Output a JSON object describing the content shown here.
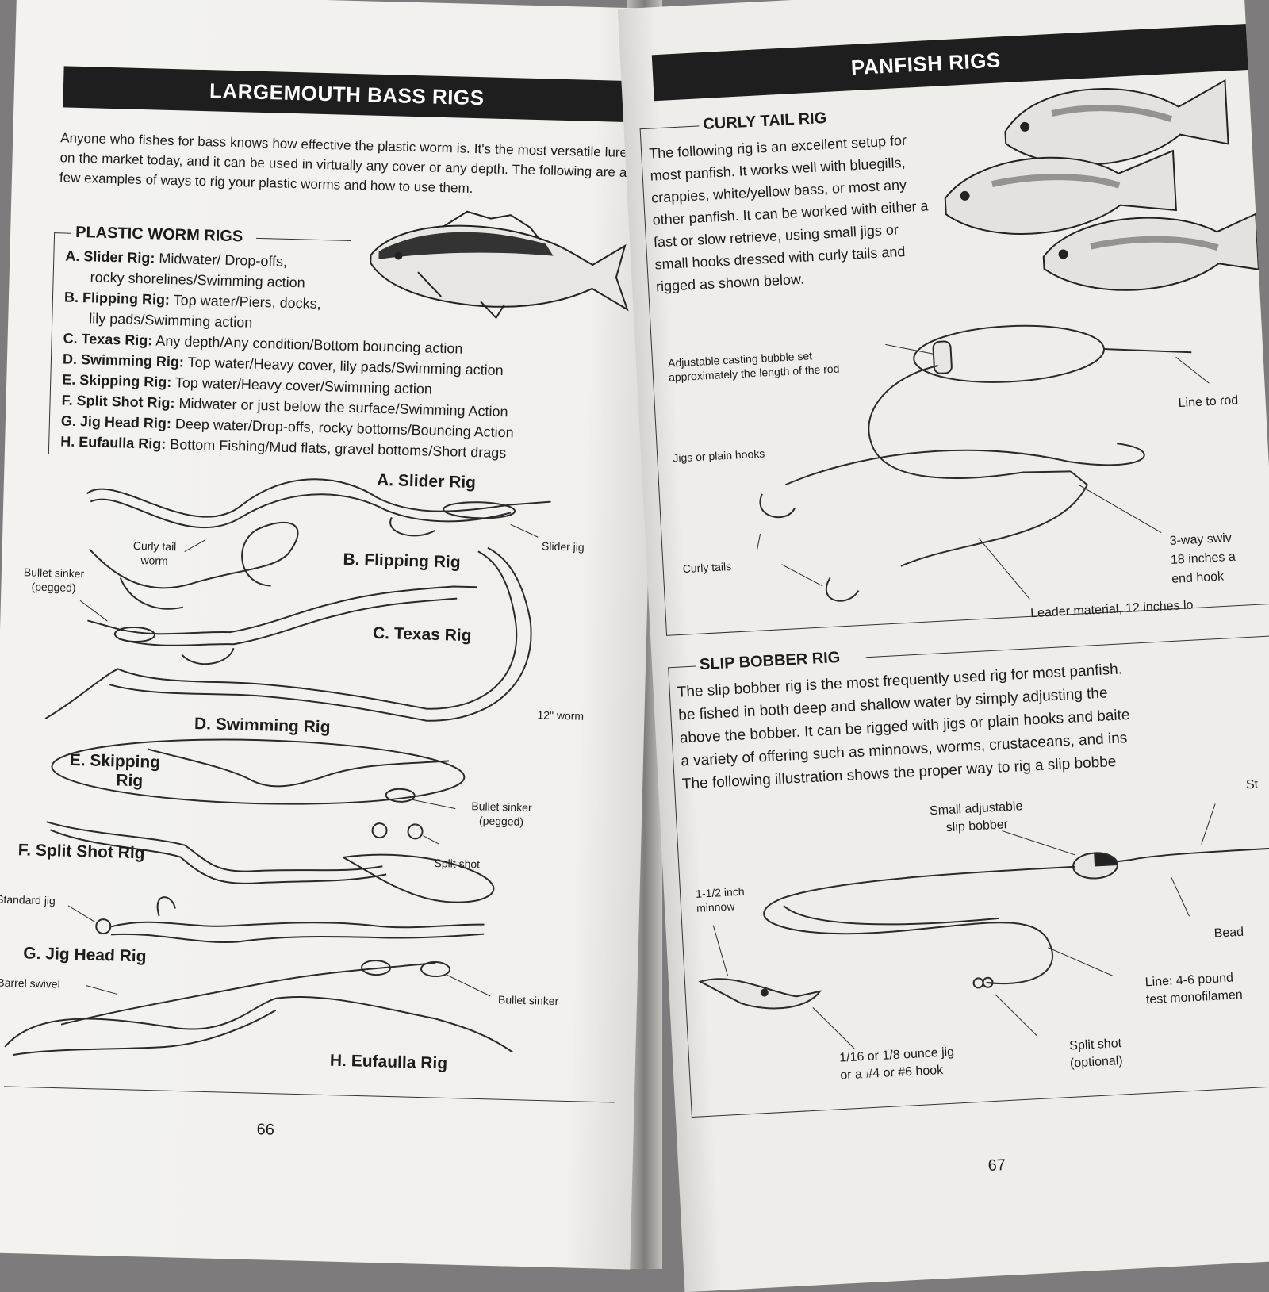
{
  "left_page": {
    "header": "LARGEMOUTH BASS RIGS",
    "intro": "Anyone who fishes for bass knows how effective the plastic worm is. It's the most versatile lure on the market today, and it can be used in virtually any cover or any depth. The following are a few examples of ways to rig your plastic worms and how to use them.",
    "section_title": "PLASTIC WORM RIGS",
    "rigs": [
      {
        "name": "A. Slider Rig:",
        "desc": "Midwater/ Drop-offs,",
        "desc2": "rocky shorelines/Swimming action"
      },
      {
        "name": "B. Flipping Rig:",
        "desc": "Top water/Piers, docks,",
        "desc2": "lily pads/Swimming action"
      },
      {
        "name": "C. Texas Rig:",
        "desc": "Any depth/Any condition/Bottom bouncing action"
      },
      {
        "name": "D. Swimming Rig:",
        "desc": "Top water/Heavy cover, lily pads/Swimming action"
      },
      {
        "name": "E. Skipping Rig:",
        "desc": "Top water/Heavy cover/Swimming action"
      },
      {
        "name": "F. Split Shot Rig:",
        "desc": "Midwater or just below the surface/Swimming Action"
      },
      {
        "name": "G. Jig Head Rig:",
        "desc": "Deep water/Drop-offs, rocky bottoms/Bouncing Action"
      },
      {
        "name": "H. Eufaulla Rig:",
        "desc": "Bottom Fishing/Mud flats, gravel bottoms/Short drags"
      }
    ],
    "diagram_labels": {
      "a": "A. Slider Rig",
      "b": "B. Flipping Rig",
      "c": "C. Texas Rig",
      "d": "D. Swimming Rig",
      "e1": "E. Skipping",
      "e2": "Rig",
      "f": "F. Split Shot Rig",
      "g": "G. Jig Head Rig",
      "h": "H. Eufaulla Rig"
    },
    "callouts": {
      "slider_jig": "Slider jig",
      "curly_tail_1": "Curly tail",
      "curly_tail_2": "worm",
      "bullet_sinker_pegged_1": "Bullet sinker",
      "bullet_sinker_pegged_2": "(pegged)",
      "worm_12": "12\" worm",
      "bullet_sinker_pegged_e1": "Bullet sinker",
      "bullet_sinker_pegged_e2": "(pegged)",
      "split_shot": "Split shot",
      "standard_jig": "Standard jig",
      "barrel_swivel": "Barrel swivel",
      "bullet_sinker": "Bullet sinker"
    },
    "page_number": "66"
  },
  "right_page": {
    "header": "PANFISH RIGS",
    "curly_tail": {
      "title": "CURLY TAIL RIG",
      "text": "The following rig is an excellent setup for most panfish. It works well with bluegills, crappies, white/yellow bass, or most any other panfish. It can be worked with either a fast or slow retrieve, using small jigs or small hooks dressed with curly tails and rigged as shown below.",
      "callouts": {
        "bubble": "Adjustable casting bubble set approximately the length of the rod",
        "line_to_rod": "Line to rod",
        "jigs": "Jigs or plain hooks",
        "curly_tails": "Curly tails",
        "swivel_1": "3-way swiv",
        "swivel_2": "18 inches a",
        "swivel_3": "end hook",
        "leader": "Leader material, 12 inches lo"
      }
    },
    "slip_bobber": {
      "title": "SLIP BOBBER RIG",
      "lines": [
        "The slip bobber rig is the most frequently used rig for most panfish.",
        "be fished in both deep and shallow water by simply adjusting the",
        "above the bobber. It can be rigged with jigs or plain hooks and baite",
        "a variety of offering such as minnows, worms, crustaceans, and ins",
        "The following illustration shows the proper way to rig a slip bobbe"
      ],
      "callouts": {
        "bobber_1": "Small adjustable",
        "bobber_2": "slip bobber",
        "stop": "St",
        "minnow_1": "1-1/2 inch",
        "minnow_2": "minnow",
        "bead": "Bead",
        "line_1": "Line: 4-6 pound",
        "line_2": "test monofilamen",
        "split_1": "Split shot",
        "split_2": "(optional)",
        "jig_1": "1/16 or 1/8 ounce jig",
        "jig_2": "or a #4 or #6 hook"
      }
    },
    "page_number": "67"
  }
}
